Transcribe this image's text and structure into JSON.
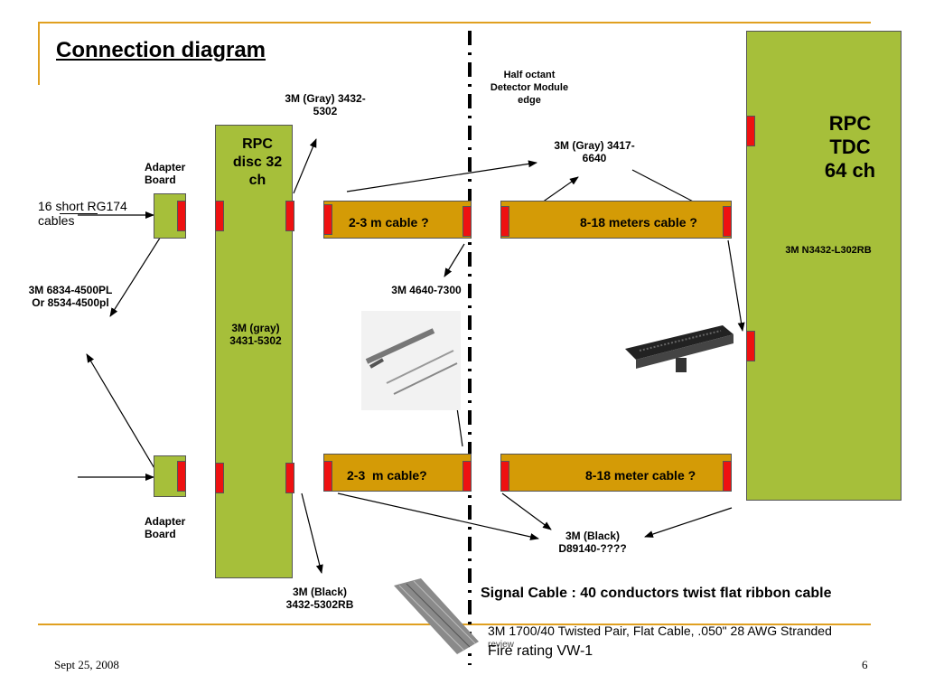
{
  "slide": {
    "title": "Connection diagram",
    "footer_date": "Sept 25, 2008",
    "page_number": "6"
  },
  "colors": {
    "board": "#a6bf3a",
    "connector": "#ee1111",
    "cable": "#d49b06",
    "rule": "#e0a020"
  },
  "boards": {
    "rpc_disc": "RPC disc 32 ch",
    "rpc_tdc": "RPC TDC 64 ch"
  },
  "cables": {
    "top_short": "2-3 m cable ?",
    "top_long": "8-18 meters cable ?",
    "bottom_short": "2-3  m cable?",
    "bottom_long": "8-18 meter cable ?"
  },
  "labels": {
    "short_rg174": "16 short RG174 cables",
    "adapter_board_top": "Adapter Board",
    "adapter_board_bottom": "Adapter Board",
    "connector_3m_left": "3M 6834-4500PL Or 8534-4500pl",
    "gray_3432": "3M (Gray) 3432-5302",
    "gray_3431": "3M (gray) 3431-5302",
    "black_3432": "3M (Black) 3432-5302RB",
    "half_octant": "Half octant Detector Module edge",
    "gray_3417": "3M (Gray) 3417-6640",
    "tool_4640": "3M 4640-7300",
    "black_d89140": "3M (Black) D89140-????",
    "tdc_connector": "3M N3432-L302RB"
  },
  "signal_cable": {
    "title": "Signal Cable : 40 conductors twist flat ribbon cable",
    "line1": "3M 1700/40 Twisted Pair, Flat Cable, .050\" 28 AWG Stranded",
    "line1_tail": "review",
    "line2": "Fire rating VW-1"
  }
}
